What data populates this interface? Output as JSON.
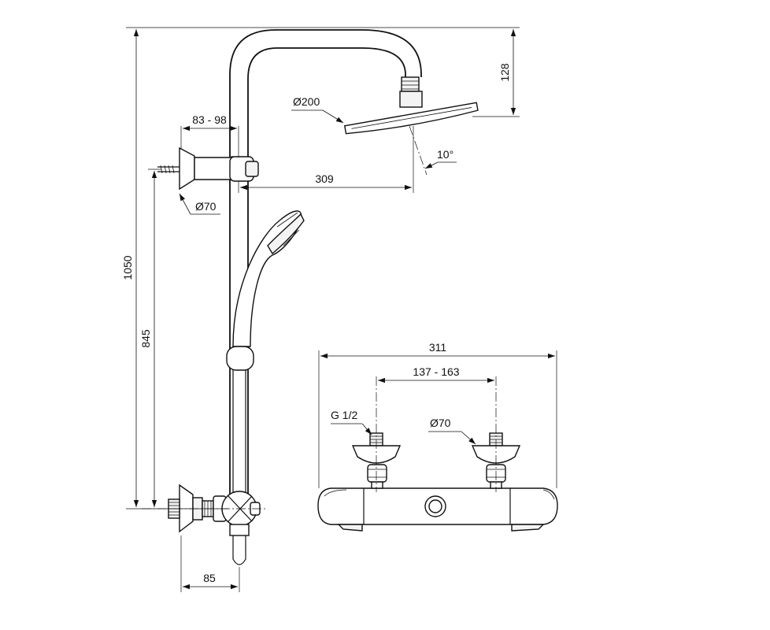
{
  "dimensions": {
    "total_height": "1050",
    "outlet_height": "845",
    "head_drop": "128",
    "head_diameter": "Ø200",
    "bracket_offset": "83 - 98",
    "arm_reach": "309",
    "head_tilt": "10°",
    "bracket_diameter": "Ø70",
    "wall_offset": "85",
    "mixer_width": "311",
    "inlet_centres": "137 - 163",
    "inlet_thread": "G 1/2",
    "escutcheon_diameter": "Ø70"
  }
}
